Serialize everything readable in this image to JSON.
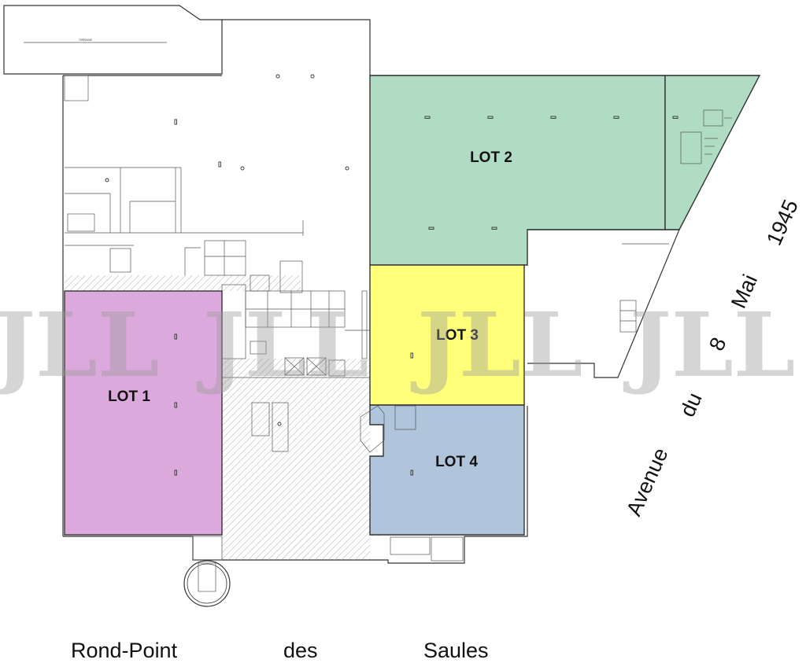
{
  "plan": {
    "lots": [
      {
        "id": "lot1",
        "label": "LOT 1",
        "color": "#dca9dc"
      },
      {
        "id": "lot2",
        "label": "LOT 2",
        "color": "#b0dcc4"
      },
      {
        "id": "lot3",
        "label": "LOT 3",
        "color": "#ffff7a"
      },
      {
        "id": "lot4",
        "label": "LOT 4",
        "color": "#b0c4dc"
      }
    ],
    "streets": {
      "bottom": [
        "Rond-Point",
        "des",
        "Saules"
      ],
      "right": [
        "Avenue",
        "du",
        "8",
        "Mai",
        "1945"
      ]
    },
    "watermark": "JLL"
  }
}
